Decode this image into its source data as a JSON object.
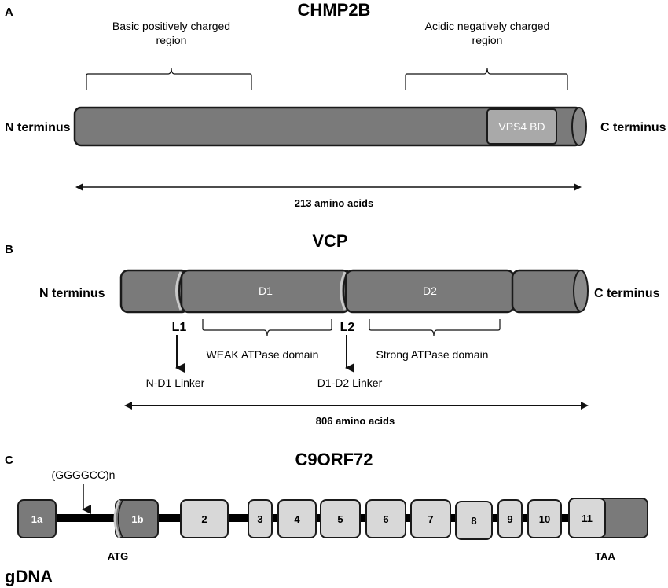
{
  "panel_a": {
    "letter": "A",
    "title": "CHMP2B",
    "n_terminus": "N terminus",
    "c_terminus": "C terminus",
    "basic_region_line1": "Basic positively charged",
    "basic_region_line2": "region",
    "acidic_region_line1": "Acidic  negatively charged",
    "acidic_region_line2": "region",
    "domain": "VPS4 BD",
    "length": "213  amino acids"
  },
  "panel_b": {
    "letter": "B",
    "title": "VCP",
    "n_terminus": "N terminus",
    "c_terminus": "C terminus",
    "d1": "D1",
    "d2": "D2",
    "l1": "L1",
    "l2": "L2",
    "weak_domain": "WEAK ATPase domain",
    "strong_domain": "Strong ATPase domain",
    "n_d1_linker": "N-D1 Linker",
    "d1_d2_linker": "D1-D2 Linker",
    "length": "806 amino acids"
  },
  "panel_c": {
    "letter": "C",
    "title": "C9ORF72",
    "repeat": "(GGGGCC)n",
    "exons": [
      "1a",
      "1b",
      "2",
      "3",
      "4",
      "5",
      "6",
      "7",
      "8",
      "9",
      "10",
      "11"
    ],
    "start_codon": "ATG",
    "stop_codon": "TAA",
    "gdna": "gDNA"
  },
  "colors": {
    "dark_gray": "#7a7a7a",
    "light_gray": "#d8d8d8",
    "mid_gray": "#a9a9a9",
    "outline": "#1a1a1a"
  }
}
